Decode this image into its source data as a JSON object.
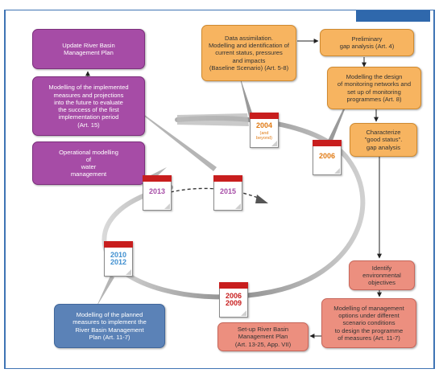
{
  "colors": {
    "purple": "#a64ca6",
    "orange": "#f7b460",
    "salmon": "#ec8f7f",
    "blue": "#5b82b7",
    "calendar_red": "#c81e1e",
    "year_purple": "#a64ca6",
    "year_blue": "#3f8fd0",
    "year_red": "#c81e1e",
    "year_orange": "#e07a14"
  },
  "boxes": {
    "update_plan": "Update River Basin\nManagement Plan",
    "modelling_implemented": "Modelling of the implemented\nmeasures and projections\ninto the future to evaluate\nthe success of the first\nimplementation period\n(Art. 15)",
    "operational_modelling": "Operational modelling\nof\nwater\nmanagement",
    "data_assimilation": "Data assimilation.\nModelling and identification of\ncurrent status, pressures\nand impacts\n(Baseline Scenario) (Art. 5-8)",
    "preliminary_gap": "Preliminary\ngap analysis (Art. 4)",
    "monitoring_design": "Modelling the design\nof monitoring networks and\nset up of monitoring\nprogrammes (Art. 8)",
    "good_status": "Characterize\n\"good status\".\ngap analysis",
    "identify_objectives": "Identify\nenvironmental\nobjectives",
    "management_options": "Modelling of management\noptions under different\nscenario conditions\nto design the programme\nof measures (Art. 11-7)",
    "setup_plan": "Set-up River Basin\nManagement Plan\n(Art. 13-25, App. VII)",
    "planned_measures": "Modelling of the planned\nmeasures to implement the\nRiver Basin Management\nPlan (Art. 11-7)"
  },
  "calendars": {
    "y2004": "2004",
    "y2004_note": "(and\nbeyond)",
    "y2006": "2006",
    "y2015": "2015",
    "y2013": "2013",
    "y2010_2012": "2010\n2012",
    "y2006_2009": "2006\n2009"
  }
}
